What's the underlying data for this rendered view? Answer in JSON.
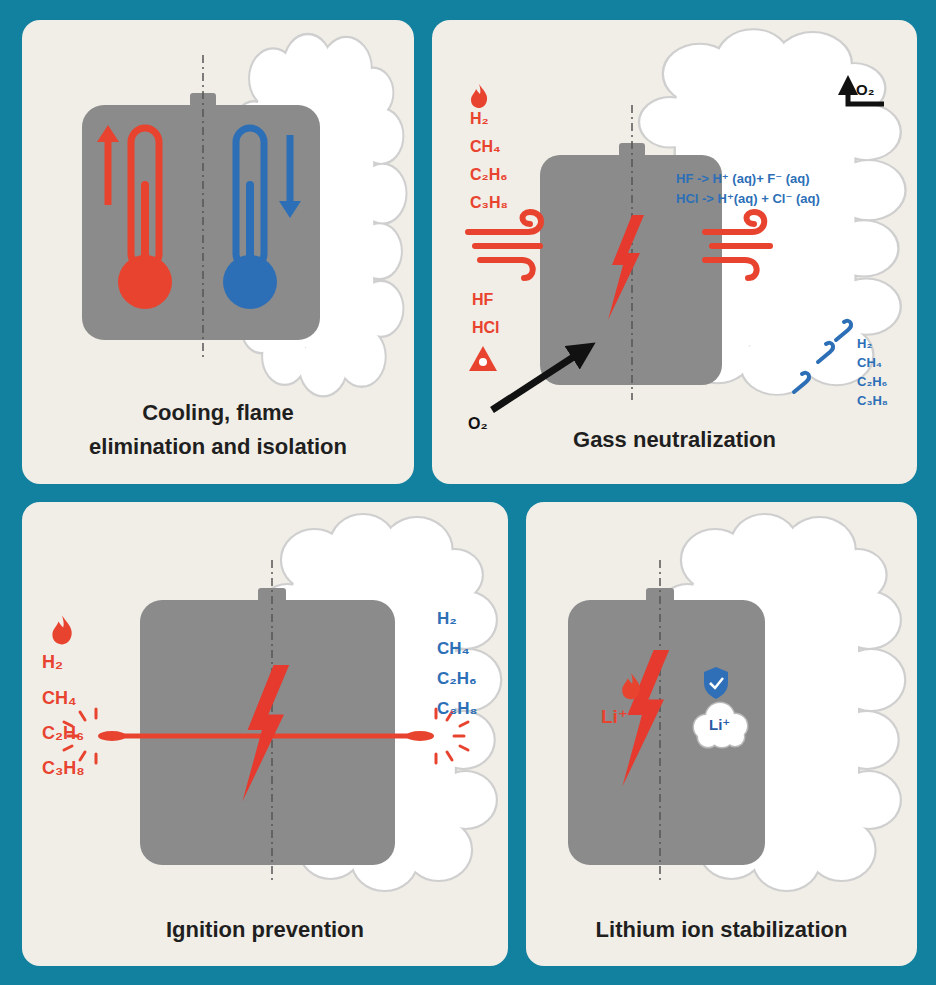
{
  "diagram": {
    "nodes": [
      {
        "text": [
          "Cooling, flame elimination and isolation"
        ]
      },
      {
        "text": [
          "Gass neutralization"
        ]
      },
      {
        "text": [
          "Ignition prevention"
        ]
      },
      {
        "text": [
          "Lithium ion stabilization"
        ]
      }
    ],
    "labels": [
      "H₂",
      "CH₄",
      "C₂H₆",
      "C₃H₈",
      "HF",
      "HCl",
      "O₂",
      "O₂",
      "HF -> H⁺ (aq)+ F⁻ (aq)",
      "HCl -> H⁺(aq) + Cl⁻ (aq)",
      "H₂",
      "CH₄",
      "C₂H₆",
      "C₃H₈",
      "H₂",
      "CH₄",
      "C₂H₆",
      "C₃H₈",
      "H₂",
      "CH₄",
      "C₂H₆",
      "C₃H₈",
      "Li⁺",
      "Li⁺"
    ]
  }
}
